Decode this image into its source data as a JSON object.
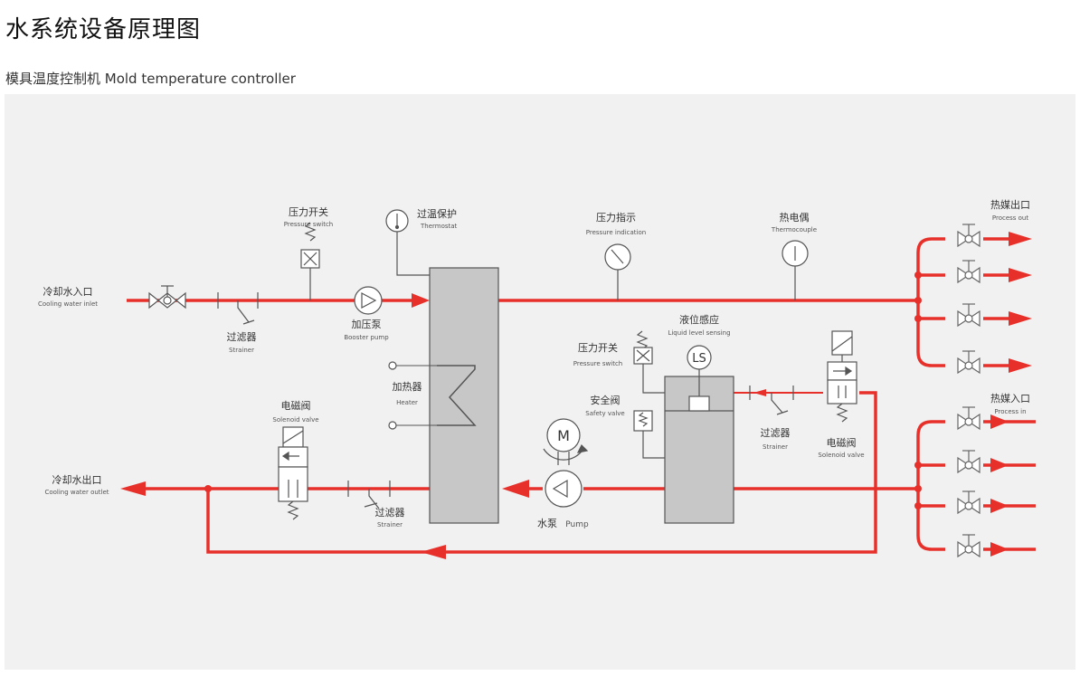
{
  "page": {
    "title": "水系统设备原理图",
    "subtitle": "模具温度控制机 Mold temperature controller"
  },
  "colors": {
    "pipe": "#e8302a",
    "line": "#555555",
    "vessel": "#c7c7c7",
    "background": "#f1f1f1"
  },
  "labels": {
    "cooling_inlet": {
      "zh": "冷却水入口",
      "en": "Cooling water inlet"
    },
    "cooling_outlet": {
      "zh": "冷却水出口",
      "en": "Cooling water outlet"
    },
    "strainer_top": {
      "zh": "过滤器",
      "en": "Strainer"
    },
    "strainer_bottom": {
      "zh": "过滤器",
      "en": "Strainer"
    },
    "strainer_right": {
      "zh": "过滤器",
      "en": "Strainer"
    },
    "pressure_switch_top": {
      "zh": "压力开关",
      "en": "Pressure switch"
    },
    "pressure_switch_tank": {
      "zh": "压力开关",
      "en": "Pressure switch"
    },
    "booster_pump": {
      "zh": "加压泵",
      "en": "Booster pump"
    },
    "thermostat": {
      "zh": "过温保护",
      "en": "Thermostat"
    },
    "heater": {
      "zh": "加热器",
      "en": "Heater"
    },
    "pressure_indication": {
      "zh": "压力指示",
      "en": "Pressure indication"
    },
    "thermocouple": {
      "zh": "热电偶",
      "en": "Thermocouple"
    },
    "process_out": {
      "zh": "热媒出口",
      "en": "Process out"
    },
    "process_in": {
      "zh": "热媒入口",
      "en": "Process in"
    },
    "liquid_level": {
      "zh": "液位感应",
      "en": "Liquid level sensing"
    },
    "safety_valve": {
      "zh": "安全阀",
      "en": "Safety valve"
    },
    "solenoid_left": {
      "zh": "电磁阀",
      "en": "Solenoid valve"
    },
    "solenoid_right": {
      "zh": "电磁阀",
      "en": "Solenoid valve"
    },
    "pump": {
      "zh": "水泵",
      "en": "Pump"
    },
    "motor_symbol": "M",
    "ls_symbol": "LS"
  }
}
